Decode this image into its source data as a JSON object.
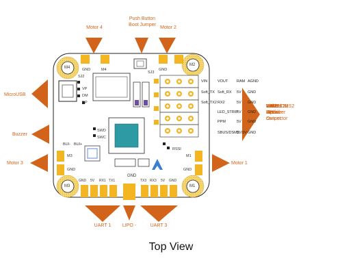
{
  "title": "Top View",
  "callouts": {
    "motor4": "Motor 4",
    "push_button": [
      "Push Button",
      "Boot Jumper"
    ],
    "motor2": "Motor 2",
    "microusb": "MicroUSB",
    "buzzer": "Buzzer",
    "motor3": "Motor 3",
    "motor1": "Motor 1",
    "uart1": "UART 1",
    "lipo": "LIPO -",
    "uart3": "UART 3"
  },
  "side_labels": [
    "Vindeo Input  / Output",
    "Soft Serial",
    "UART 2",
    "WS2812B LED connector",
    "PPM Reciever",
    "SBUS/DMS2 Reciver"
  ],
  "pin_table": {
    "rows": [
      [
        "VIN",
        "VOUT",
        "RAM",
        "AGND"
      ],
      [
        "Soft_TX",
        "Soft_RX",
        "5V",
        "GND"
      ],
      [
        "Soft_TX2",
        "RX2",
        "5V",
        "GND"
      ],
      [
        "",
        "LED_STRIP",
        "5V",
        "GND"
      ],
      [
        "",
        "PPM",
        "5V",
        "GND"
      ],
      [
        "",
        "SBUS/DSM2",
        "5V/3V",
        "GND"
      ]
    ]
  },
  "board_labels": {
    "m4": "M4",
    "m2": "M2",
    "m3": "M3",
    "m1": "M1",
    "gnd_top_left": "GND",
    "m4_pad": "M4",
    "gnd_top_right": "GND",
    "sj2": "SJ2",
    "sj3": "SJ3",
    "vp": "VP",
    "dm": "DM",
    "dp": "DP",
    "swd": "SWD",
    "swc": "SWC",
    "bui_minus": "BUI-",
    "bui_plus": "BUI+",
    "rssi": "RSSI",
    "gnd_bottom": "GND",
    "m3_pad": "M3",
    "gnd_m3": "GND",
    "m1_pad": "M1",
    "gnd_m1": "GND",
    "uart1_pins": [
      "GND",
      "5V",
      "RX1",
      "TX1"
    ],
    "uart3_pins": [
      "TX3",
      "RX3",
      "5V",
      "GND"
    ]
  },
  "colors": {
    "accent": "#d1641a",
    "pad": "#f3b521",
    "mount": "#f5d774",
    "header_pad": "#f2b51f",
    "chip": "#2e9aa3"
  }
}
